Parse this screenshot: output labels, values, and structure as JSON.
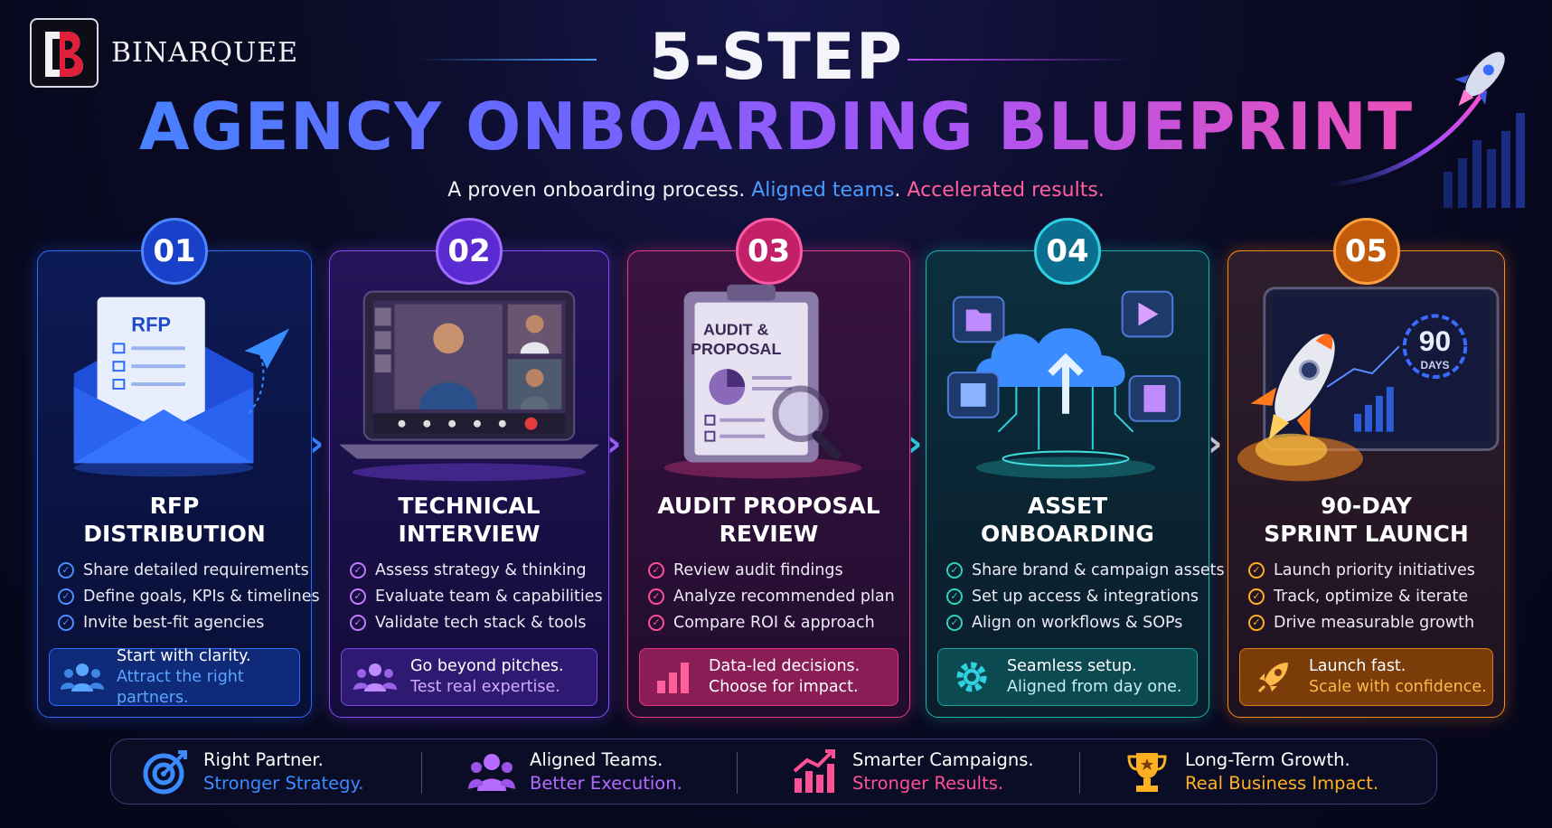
{
  "brand": {
    "name": "BINARQUEE"
  },
  "header": {
    "title_top": "5-STEP",
    "title_main": "AGENCY ONBOARDING BLUEPRINT",
    "subtitle_part1": "A proven onboarding process.",
    "subtitle_part2": "Aligned teams",
    "subtitle_sep": ".",
    "subtitle_part3": "Accelerated results."
  },
  "steps": [
    {
      "number": "01",
      "title_line1": "RFP",
      "title_line2": "DISTRIBUTION",
      "illustration_label": "RFP",
      "bullets": [
        "Share detailed requirements",
        "Define goals, KPIs & timelines",
        "Invite best-fit agencies"
      ],
      "tip_line1": "Start with clarity.",
      "tip_line2": "Attract the right partners.",
      "tip_icon": "team-icon",
      "accent": "#2b6bff"
    },
    {
      "number": "02",
      "title_line1": "TECHNICAL",
      "title_line2": "INTERVIEW",
      "bullets": [
        "Assess strategy & thinking",
        "Evaluate team & capabilities",
        "Validate tech stack & tools"
      ],
      "tip_line1": "Go beyond pitches.",
      "tip_line2": "Test real expertise.",
      "tip_icon": "team-icon",
      "accent": "#8a4dff"
    },
    {
      "number": "03",
      "title_line1": "AUDIT PROPOSAL",
      "title_line2": "REVIEW",
      "illustration_label_1": "AUDIT &",
      "illustration_label_2": "PROPOSAL",
      "bullets": [
        "Review audit findings",
        "Analyze recommended plan",
        "Compare ROI & approach"
      ],
      "tip_line1": "Data-led decisions.",
      "tip_line2": "Choose for impact.",
      "tip_icon": "bar-chart-icon",
      "accent": "#e23c8a"
    },
    {
      "number": "04",
      "title_line1": "ASSET",
      "title_line2": "ONBOARDING",
      "bullets": [
        "Share brand & campaign assets",
        "Set up access & integrations",
        "Align on workflows & SOPs"
      ],
      "tip_line1": "Seamless setup.",
      "tip_line2": "Aligned from day one.",
      "tip_icon": "gear-icon",
      "accent": "#1fb3b0"
    },
    {
      "number": "05",
      "title_line1": "90-DAY",
      "title_line2": "SPRINT LAUNCH",
      "illustration_value": "90",
      "illustration_unit": "DAYS",
      "bullets": [
        "Launch priority initiatives",
        "Track, optimize & iterate",
        "Drive measurable growth"
      ],
      "tip_line1": "Launch fast.",
      "tip_line2": "Scale with confidence.",
      "tip_icon": "rocket-icon",
      "accent": "#ff8a1c"
    }
  ],
  "footer": [
    {
      "line1": "Right Partner.",
      "line2": "Stronger Strategy.",
      "icon": "target-icon",
      "color": "#3b8bff"
    },
    {
      "line1": "Aligned Teams.",
      "line2": "Better Execution.",
      "icon": "team-icon",
      "color": "#b46bff"
    },
    {
      "line1": "Smarter Campaigns.",
      "line2": "Stronger Results.",
      "icon": "growth-chart-icon",
      "color": "#ff4f95"
    },
    {
      "line1": "Long-Term Growth.",
      "line2": "Real Business Impact.",
      "icon": "trophy-icon",
      "color": "#ffb020"
    }
  ]
}
